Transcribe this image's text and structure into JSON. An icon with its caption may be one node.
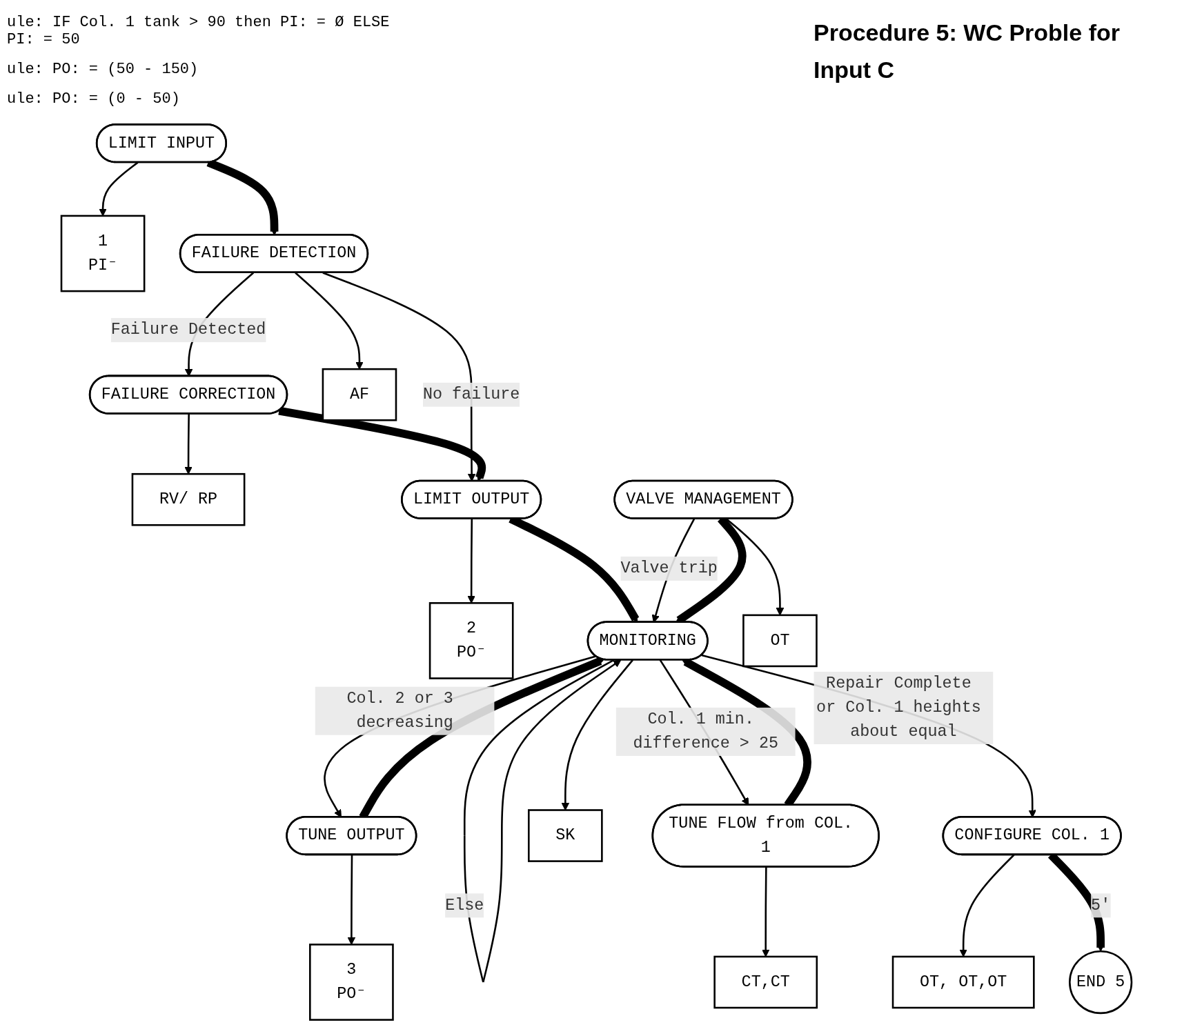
{
  "diagram": {
    "title": "Procedure 5: WC Proble for Input C",
    "nodes": [
      {
        "text": [
          "LIMIT INPUT"
        ]
      },
      {
        "text": [
          "1",
          "PI⁻"
        ]
      },
      {
        "text": [
          "FAILURE DETECTION"
        ]
      },
      {
        "text": [
          "FAILURE CORRECTION"
        ]
      },
      {
        "text": [
          "AF"
        ]
      },
      {
        "text": [
          "RV/ RP"
        ]
      },
      {
        "text": [
          "LIMIT OUTPUT"
        ]
      },
      {
        "text": [
          "2",
          "PO⁻"
        ]
      },
      {
        "text": [
          "TUNE OUTPUT"
        ]
      },
      {
        "text": [
          "MONITORING"
        ]
      },
      {
        "text": [
          "TUNE FLOW from COL. 1"
        ]
      },
      {
        "text": [
          "3",
          "PO⁻"
        ]
      },
      {
        "text": [
          "CONFIGURE COL. 1"
        ]
      },
      {
        "text": [
          "SK"
        ]
      },
      {
        "text": [
          "VALVE MANAGEMENT"
        ]
      },
      {
        "text": [
          "CT,CT"
        ]
      },
      {
        "text": [
          "OT, OT,OT"
        ]
      },
      {
        "text": [
          "END 5"
        ]
      },
      {
        "text": [
          "OT"
        ]
      }
    ],
    "edges": [
      {
        "from": 0,
        "to": 1,
        "arrow": "to"
      },
      {
        "from": 0,
        "to": 2,
        "arrow": "to",
        "style": "thick"
      },
      {
        "from": 2,
        "to": 3,
        "arrow": "to",
        "label": "Failure Detected"
      },
      {
        "from": 2,
        "to": 4,
        "arrow": "to"
      },
      {
        "from": 2,
        "to": 6,
        "arrow": "to",
        "label": "No failure"
      },
      {
        "from": 3,
        "to": 5,
        "arrow": "to"
      },
      {
        "from": 3,
        "to": 6,
        "arrow": "to",
        "style": "thick"
      },
      {
        "from": 6,
        "to": 7,
        "arrow": "to"
      },
      {
        "from": 6,
        "to": 9,
        "arrow": "to",
        "style": "thick"
      },
      {
        "from": 9,
        "to": 8,
        "arrow": "to",
        "label": "Col. 2 or 3 decreasing"
      },
      {
        "from": 8,
        "to": 9,
        "arrow": "to",
        "style": "thick"
      },
      {
        "from": 9,
        "to": 9,
        "arrow": "to",
        "label": "Else"
      },
      {
        "from": 9,
        "to": 10,
        "arrow": "to",
        "label": "Col. 1 min. difference > 25"
      },
      {
        "from": 10,
        "to": 9,
        "arrow": "to",
        "style": "thick"
      },
      {
        "from": 9,
        "to": 12,
        "arrow": "to",
        "label": "Repair Complete or Col. 1 heights about equal"
      },
      {
        "from": 9,
        "to": 13,
        "arrow": "to"
      },
      {
        "from": 14,
        "to": 9,
        "arrow": "to",
        "label": "Valve trip"
      },
      {
        "from": 14,
        "to": 9,
        "arrow": "to",
        "style": "thick"
      },
      {
        "from": 8,
        "to": 11,
        "arrow": "to"
      },
      {
        "from": 10,
        "to": 15,
        "arrow": "to"
      },
      {
        "from": 12,
        "to": 16,
        "arrow": "to"
      },
      {
        "from": 12,
        "to": 17,
        "arrow": "to",
        "style": "thick",
        "label": "5'"
      },
      {
        "from": 14,
        "to": 18,
        "arrow": "to"
      }
    ],
    "labels": [
      "ule: IF Col. 1 tank > 90 then PI: = Ø ELSE PI: = 50",
      "ule: PO: = (50 - 150)",
      "ule: PO: = (0 - 50)"
    ]
  }
}
